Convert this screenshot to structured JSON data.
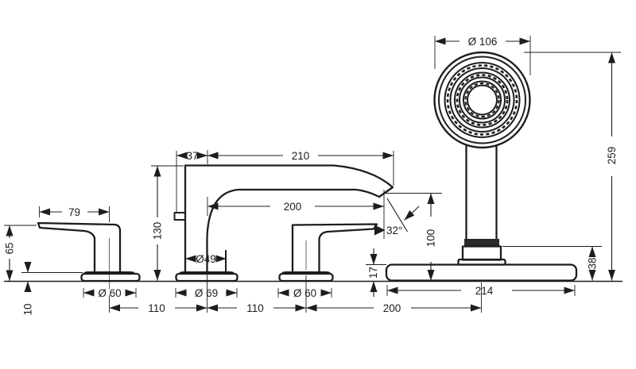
{
  "colors": {
    "line": "#1d1d1b",
    "background": "#ffffff"
  },
  "dims": {
    "handle_width": "79",
    "handle_height": "65",
    "handle_base_height": "10",
    "handle_base_dia": "Ø 60",
    "spacing_handle_to_spout": "110",
    "spout_front_offset": "37",
    "spout_height": "130",
    "spout_body_dia": "Ø49",
    "spout_base_dia": "Ø 69",
    "spacing_spout_to_handle2": "110",
    "handle2_base_dia": "Ø 60",
    "spout_overall_reach": "210",
    "spout_outlet_reach": "200",
    "outlet_stream_angle": "32°",
    "outlet_height": "100",
    "spacing_handle2_to_holder": "200",
    "holder_plate_height": "17",
    "holder_plate_length": "214",
    "hose_connection_height": "38",
    "showerhead_dia": "Ø 106",
    "handshower_height": "259"
  }
}
